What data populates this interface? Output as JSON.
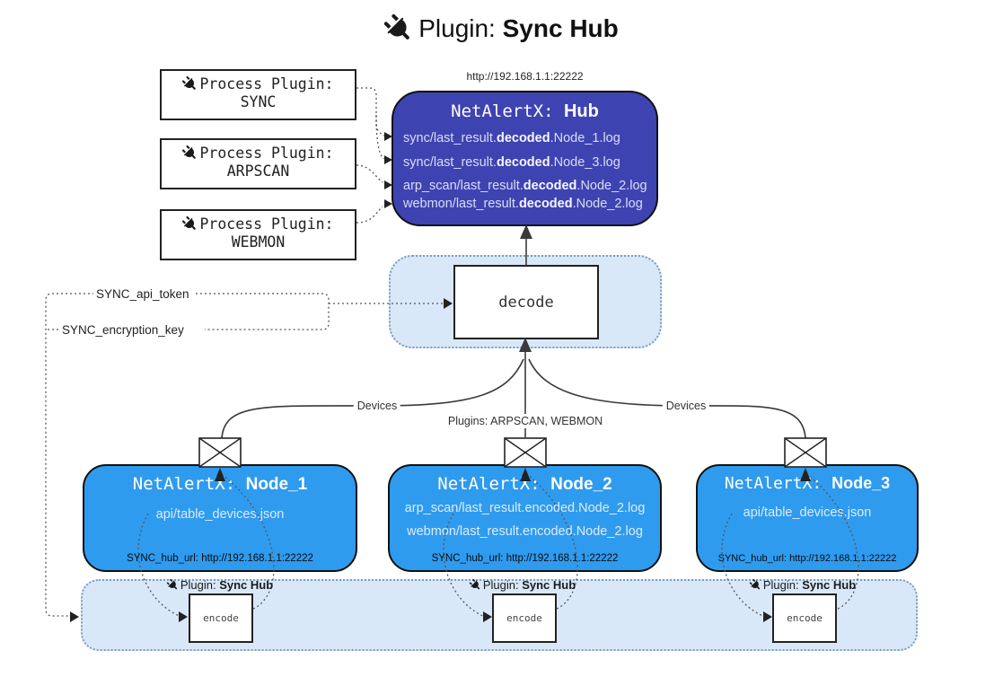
{
  "title": {
    "prefix": "Plugin:",
    "name": "Sync Hub"
  },
  "process_plugins": [
    {
      "label": "Process Plugin:",
      "name": "SYNC"
    },
    {
      "label": "Process Plugin:",
      "name": "ARPSCAN"
    },
    {
      "label": "Process Plugin:",
      "name": "WEBMON"
    }
  ],
  "hub": {
    "url": "http://192.168.1.1:22222",
    "title_prefix": "NetAlertX:",
    "title_name": "Hub",
    "logs": [
      {
        "pre": "sync/last_result.",
        "bold": "decoded",
        "post": ".Node_1.log"
      },
      {
        "pre": "sync/last_result.",
        "bold": "decoded",
        "post": ".Node_3.log"
      },
      {
        "pre": "arp_scan/last_result.",
        "bold": "decoded",
        "post": ".Node_2.log"
      },
      {
        "pre": "webmon/last_result.",
        "bold": "decoded",
        "post": ".Node_2.log"
      }
    ]
  },
  "decode": {
    "label": "decode"
  },
  "keys": {
    "api_token": "SYNC_api_token",
    "encryption_key": "SYNC_encryption_key"
  },
  "edge_labels": {
    "devices_left": "Devices",
    "plugins_mid": "Plugins: ARPSCAN, WEBMON",
    "devices_right": "Devices"
  },
  "nodes": [
    {
      "title_prefix": "NetAlertX:",
      "title_name": "Node_1",
      "lines": [
        "api/table_devices.json"
      ],
      "hub_url": "SYNC_hub_url: http://192.168.1.1:22222"
    },
    {
      "title_prefix": "NetAlertX:",
      "title_name": "Node_2",
      "lines": [
        "arp_scan/last_result.encoded.Node_2.log",
        "webmon/last_result.encoded.Node_2.log"
      ],
      "hub_url": "SYNC_hub_url: http://192.168.1.1:22222"
    },
    {
      "title_prefix": "NetAlertX:",
      "title_name": "Node_3",
      "lines": [
        "api/table_devices.json"
      ],
      "hub_url": "SYNC_hub_url: http://192.168.1.1:22222"
    }
  ],
  "encoders": [
    {
      "prefix": "Plugin:",
      "name": "Sync Hub",
      "box_label": "encode"
    },
    {
      "prefix": "Plugin:",
      "name": "Sync Hub",
      "box_label": "encode"
    },
    {
      "prefix": "Plugin:",
      "name": "Sync Hub",
      "box_label": "encode"
    }
  ],
  "icons": {
    "plug": "plug-icon",
    "envelope": "envelope-icon"
  },
  "colors": {
    "hub_fill": "#3e43b2",
    "node_fill": "#2e9bef",
    "container_fill": "#d9e8f8",
    "container_border": "#7b9cbe",
    "line": "#444444",
    "text_on_blue": "#ddebfb"
  }
}
